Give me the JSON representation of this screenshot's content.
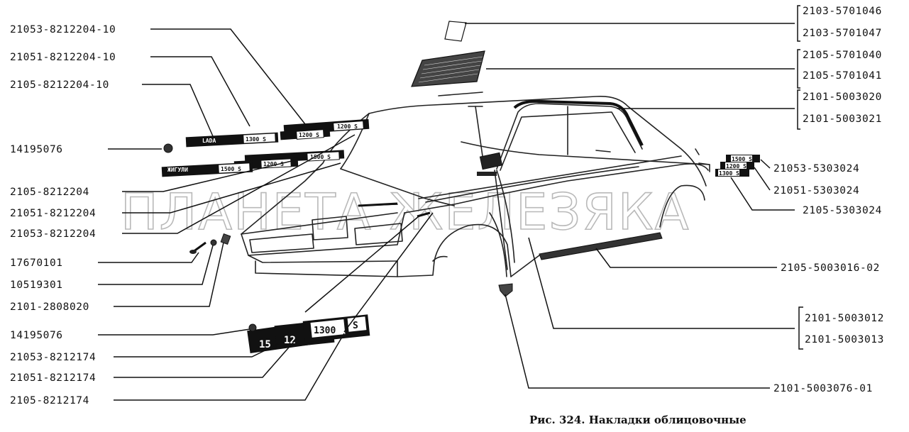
{
  "caption": "Рис. 324. Накладки облицовочные",
  "watermark": "ПЛАНЕТА ЖЕЛЕЗЯКА",
  "left_labels": [
    "21053-8212204-10",
    "21051-8212204-10",
    "2105-8212204-10",
    "14195076",
    "2105-8212204",
    "21051-8212204",
    "21053-8212204",
    "17670101",
    "10519301",
    "2101-2808020",
    "14195076",
    "21053-8212174",
    "21051-8212174",
    "2105-8212174"
  ],
  "right_labels": [
    "2103-5701046",
    "2103-5701047",
    "2105-5701040",
    "2105-5701041",
    "2101-5003020",
    "2101-5003021",
    "21053-5303024",
    "21051-5303024",
    "2105-5303024",
    "2105-5003016-02",
    "2101-5003012",
    "2101-5003013",
    "2101-5003076-01"
  ],
  "badges": {
    "trunk_top": [
      "1200 S",
      "1200 S",
      "1200 S"
    ],
    "trunk_lada": [
      "LADA",
      "1300 S"
    ],
    "trunk_zhiguli": [
      "ЖИГУЛИ",
      "1500 S",
      "1200 S",
      "1500 S"
    ],
    "fender_small": [
      "1500 S",
      "1200 S",
      "1300 S"
    ],
    "side_badges": [
      "15",
      "12",
      "1300",
      "S"
    ]
  }
}
